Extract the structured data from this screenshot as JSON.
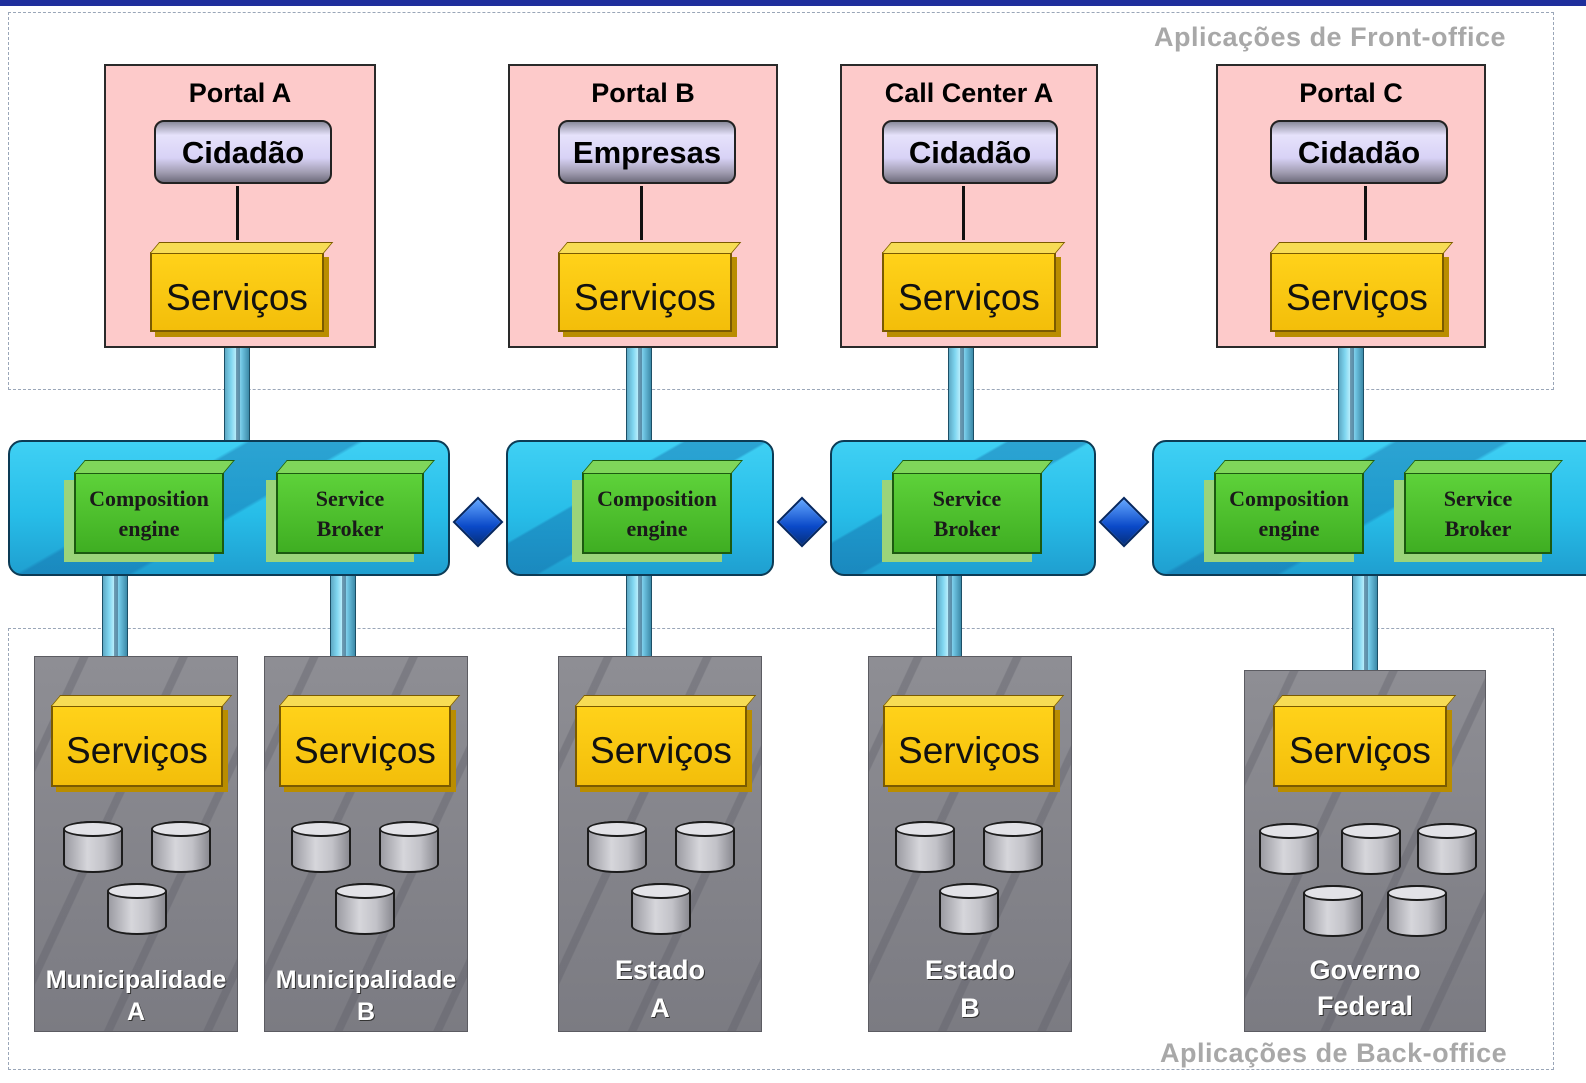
{
  "front_office": {
    "label": "Aplicações de Front-office"
  },
  "back_office": {
    "label": "Aplicações de Back-office"
  },
  "portals": [
    {
      "title": "Portal A",
      "role": "Cidadão",
      "services": "Serviços"
    },
    {
      "title": "Portal B",
      "role": "Empresas",
      "services": "Serviços"
    },
    {
      "title": "Call Center A",
      "role": "Cidadão",
      "services": "Serviços"
    },
    {
      "title": "Portal C",
      "role": "Cidadão",
      "services": "Serviços"
    }
  ],
  "bus_components": [
    {
      "line1": "Composition",
      "line2": "engine"
    },
    {
      "line1": "Service",
      "line2": "Broker"
    },
    {
      "line1": "Composition",
      "line2": "engine"
    },
    {
      "line1": "Service",
      "line2": "Broker"
    },
    {
      "line1": "Composition",
      "line2": "engine"
    },
    {
      "line1": "Service",
      "line2": "Broker"
    }
  ],
  "systems": [
    {
      "line1": "Municipalidade",
      "line2": "A",
      "services": "Serviços"
    },
    {
      "line1": "Municipalidade",
      "line2": "B",
      "services": "Serviços"
    },
    {
      "line1": "Estado",
      "line2": "A",
      "services": "Serviços"
    },
    {
      "line1": "Estado",
      "line2": "B",
      "services": "Serviços"
    },
    {
      "line1": "Governo",
      "line2": "Federal",
      "services": "Serviços"
    }
  ],
  "colors": {
    "portal_bg": "#fdcaca",
    "services": "#ffd21a",
    "bus": "#27bde8",
    "component": "#3fae22",
    "system": "#7b7b82",
    "top_bar": "#1f2f9c"
  }
}
